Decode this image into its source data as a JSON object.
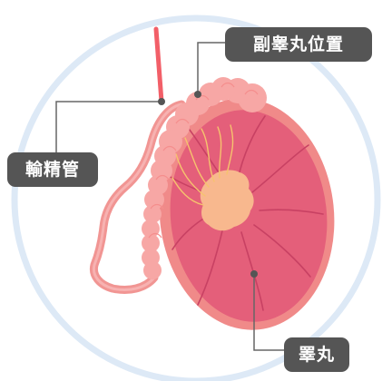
{
  "labels": {
    "epididymis": "副睾丸位置",
    "vas_deferens": "輸精管",
    "testis": "睪丸"
  },
  "colors": {
    "label_background": "#555555",
    "leader_line": "#666666",
    "background_ring": "#dde9f6",
    "testis_outer": "#f08a89",
    "testis_inner": "#e45f7a",
    "testis_septa": "#c84163",
    "rete_testis": "#f8b88e",
    "epididymis": "#f7a7a5",
    "vas_deferens": "#f19593",
    "vessel": "#f25f68",
    "tubules": "#f6c36e"
  }
}
